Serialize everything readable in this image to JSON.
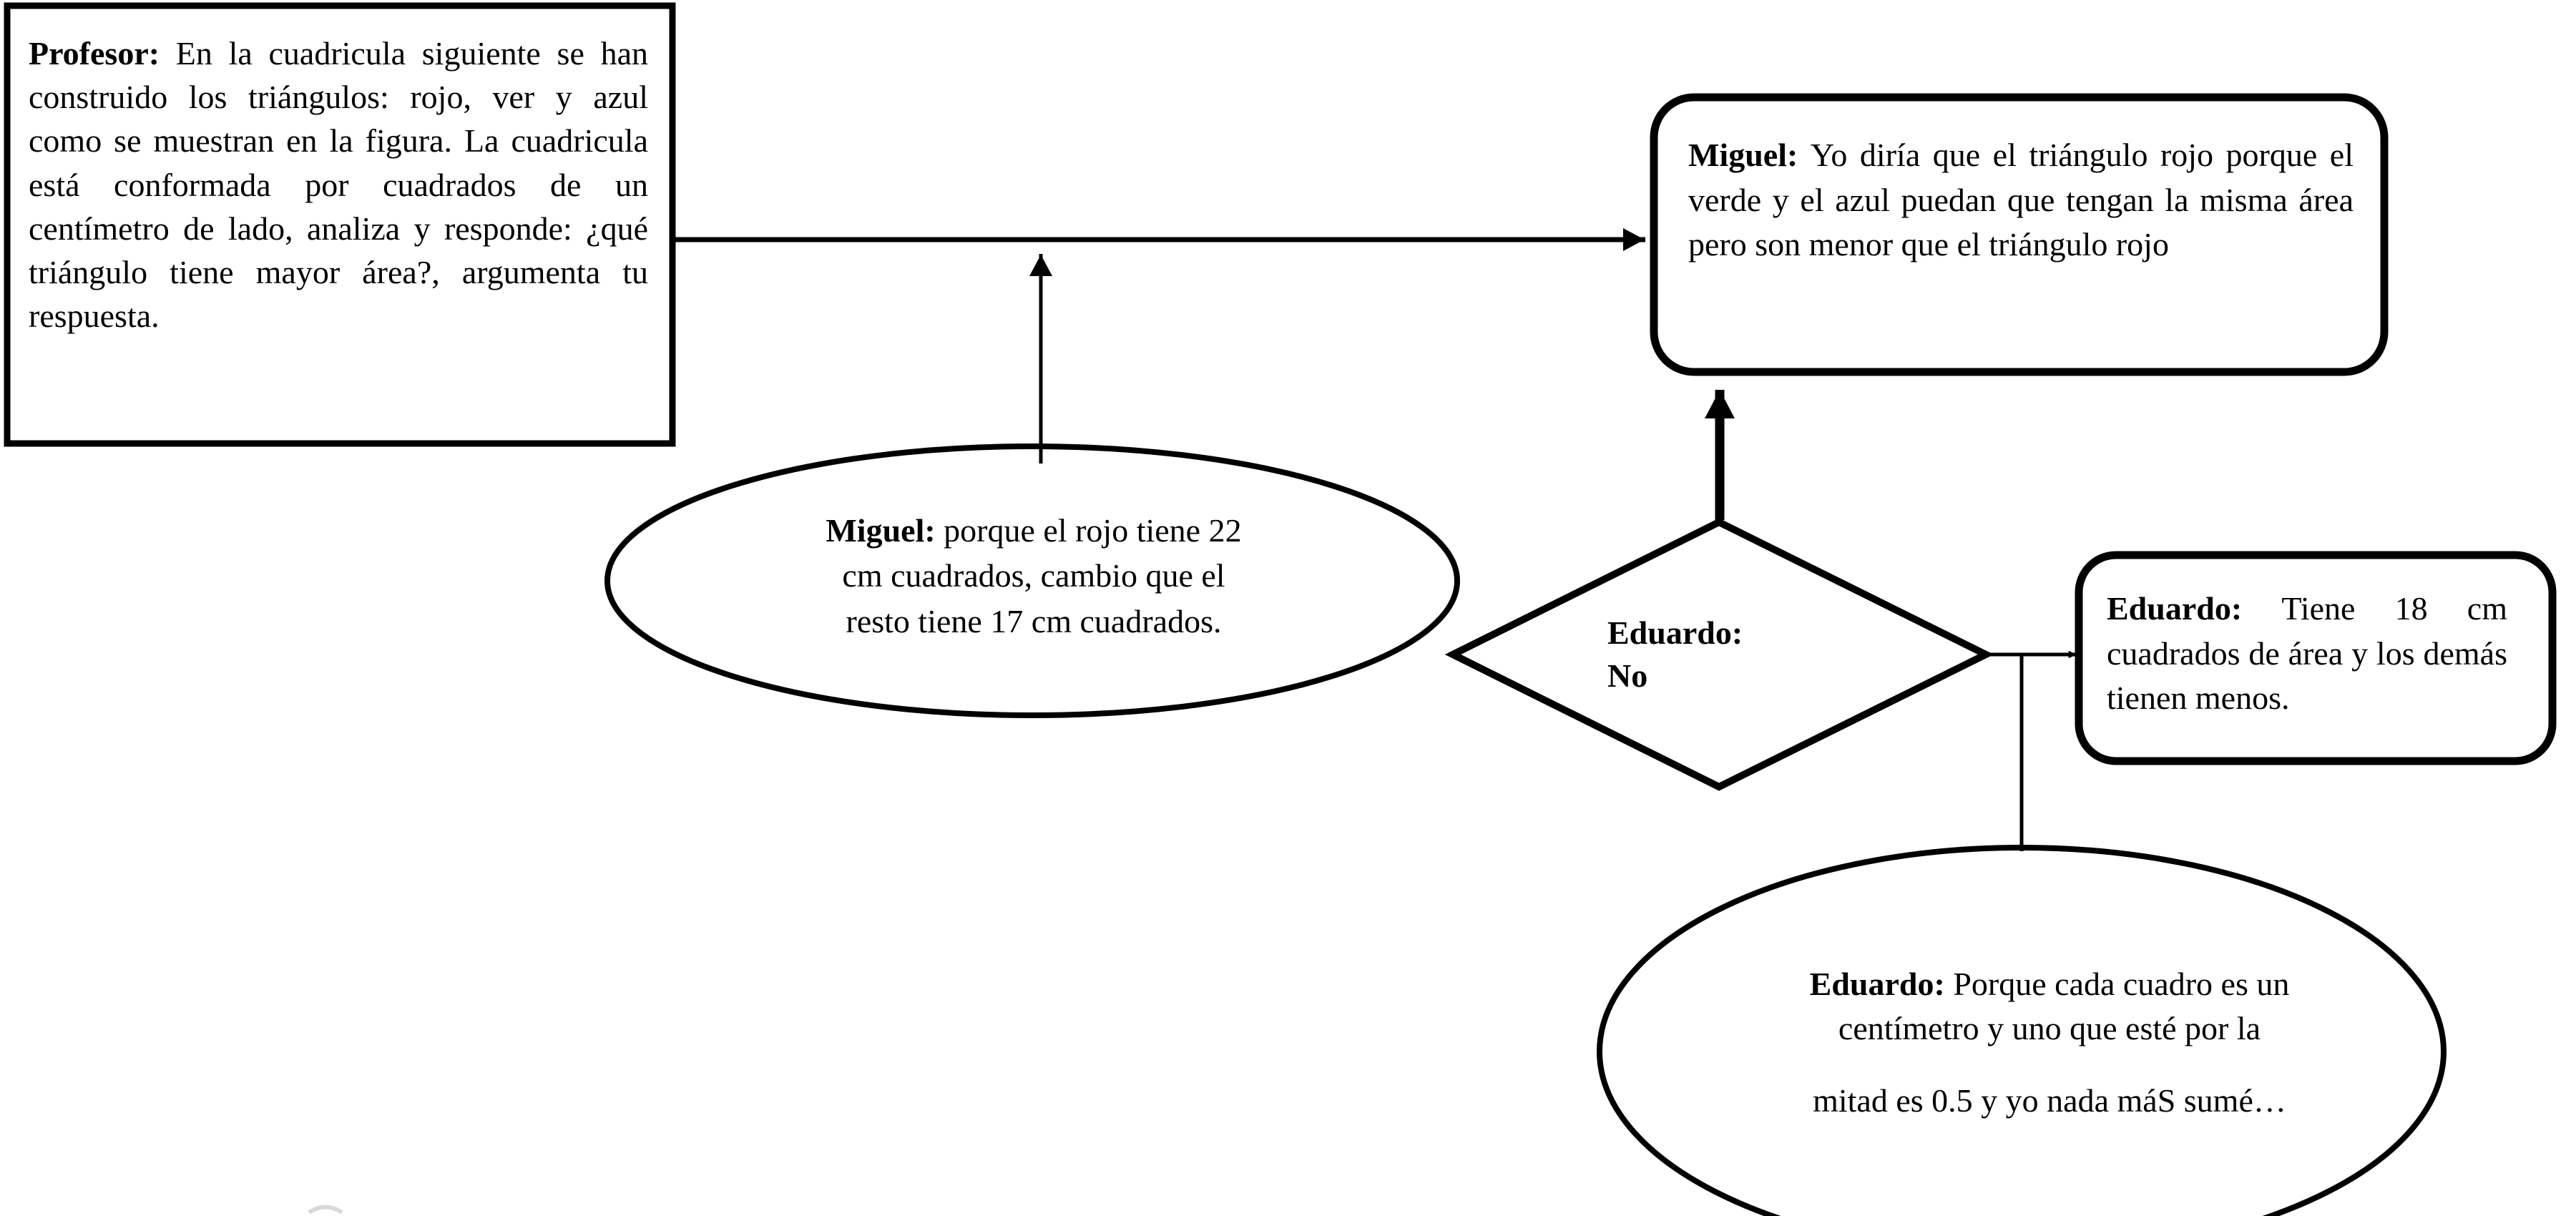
{
  "diagram": {
    "type": "flow-diagram",
    "title_visible": false,
    "background": "#ffffff",
    "stroke": "#000000"
  },
  "nodes": {
    "professor_prompt": {
      "shape": "rectangle",
      "speaker": "Profesor:",
      "text": "En la cuadricula siguiente se han construido los triángulos: rojo, ver y azul como se muestran en la figura. La cuadricula está conformada por cuadrados de un centímetro de lado, analiza y responde: ¿qué triángulo tiene mayor área?, argumenta tu respuesta."
    },
    "miguel_answer": {
      "shape": "rounded-rectangle",
      "speaker": "Miguel:",
      "text": "Yo diría que el triángulo rojo porque el verde y el azul puedan que tengan la misma área pero son menor que el triángulo rojo"
    },
    "miguel_justification": {
      "shape": "ellipse",
      "speaker": "Miguel:",
      "line1": "porque el rojo tiene 22",
      "line2": "cm cuadrados, cambio que el",
      "line3": "resto tiene 17 cm cuadrados."
    },
    "eduardo_decision": {
      "shape": "diamond",
      "speaker": "Eduardo:",
      "answer": "No"
    },
    "eduardo_answer": {
      "shape": "rounded-rectangle",
      "speaker": "Eduardo:",
      "text": "Tiene 18 cm cuadrados de área y los demás tienen menos."
    },
    "eduardo_justification": {
      "shape": "ellipse",
      "speaker": "Eduardo:",
      "line1": "Porque cada cuadro es un",
      "line2": "centímetro y uno que esté por la",
      "line3": "mitad es 0.5 y yo nada máS sumé…"
    }
  },
  "connectors": [
    {
      "name": "professor-to-miguel-answer",
      "from": "professor_prompt",
      "to": "miguel_answer",
      "style": "solid",
      "arrowhead": "filled-triangle",
      "direction": "right"
    },
    {
      "name": "miguel-justification-to-professor-link",
      "from": "miguel_justification",
      "to": "professor-to-miguel-answer",
      "style": "solid",
      "arrowhead": "filled-triangle",
      "direction": "up"
    },
    {
      "name": "eduardo-decision-to-miguel-answer",
      "from": "eduardo_decision",
      "to": "miguel_answer",
      "style": "solid-thick",
      "arrowhead": "filled-triangle",
      "direction": "up"
    },
    {
      "name": "eduardo-decision-to-eduardo-answer",
      "from": "eduardo_decision",
      "to": "eduardo_answer",
      "style": "solid",
      "arrowhead": "filled-triangle",
      "direction": "right"
    },
    {
      "name": "eduardo-justification-to-eduardo-answer-link",
      "from": "eduardo_justification",
      "to": "eduardo-decision-to-eduardo-answer",
      "style": "solid",
      "arrowhead": "none",
      "direction": "up"
    }
  ]
}
